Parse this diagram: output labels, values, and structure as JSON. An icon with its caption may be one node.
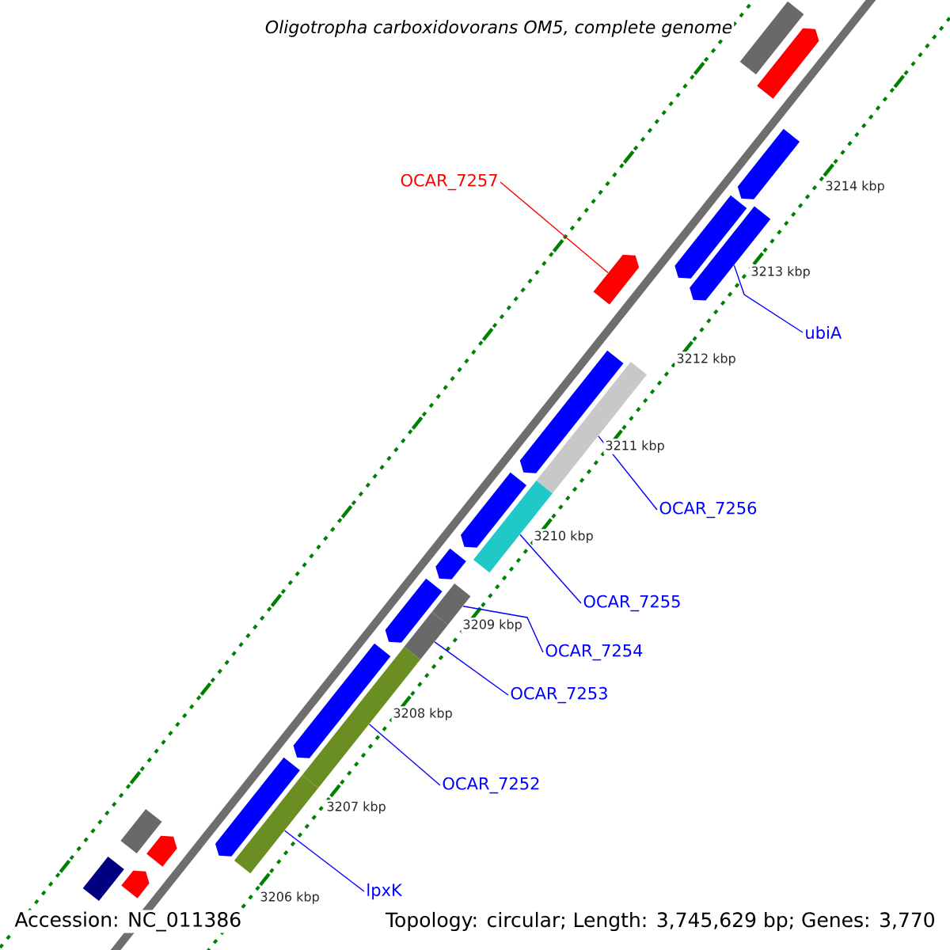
{
  "diagram": {
    "title": "*Oligotropha carboxidovorans* OM5, complete genome",
    "nodes": [
      {
        "text": [
          "OCAR_7257"
        ]
      },
      {
        "text": [
          "ubiA"
        ]
      },
      {
        "text": [
          "OCAR_7256"
        ]
      },
      {
        "text": [
          "OCAR_7255"
        ]
      },
      {
        "text": [
          "OCAR_7254"
        ]
      },
      {
        "text": [
          "OCAR_7253"
        ]
      },
      {
        "text": [
          "OCAR_7252"
        ]
      },
      {
        "text": [
          "lpxK"
        ]
      },
      {
        "text": [],
        "shape": "arrow"
      },
      {
        "text": [],
        "shape": "arrow"
      },
      {
        "text": [],
        "shape": "bar"
      },
      {
        "text": [],
        "shape": "bar"
      },
      {
        "text": [],
        "shape": "bar"
      },
      {
        "text": [],
        "shape": "bar"
      },
      {
        "text": [],
        "shape": "bar"
      },
      {
        "text": [],
        "shape": "bar"
      },
      {
        "text": [],
        "shape": "arrow"
      },
      {
        "text": [],
        "shape": "arrow"
      },
      {
        "text": [],
        "shape": "arrow"
      },
      {
        "text": [],
        "shape": "arrow"
      },
      {
        "text": [],
        "shape": "arrow"
      },
      {
        "text": [],
        "shape": "arrow"
      },
      {
        "text": [],
        "shape": "arrow"
      },
      {
        "text": [],
        "shape": "arrow"
      },
      {
        "text": [],
        "shape": "arrow"
      },
      {
        "text": [],
        "shape": "arrow"
      },
      {
        "text": [],
        "shape": "arrow"
      },
      {
        "text": [],
        "shape": "bar"
      },
      {
        "text": [],
        "shape": "bar"
      },
      {
        "text": [],
        "shape": "bar"
      }
    ],
    "edges": [
      {
        "from": 0,
        "to": 8,
        "arrow": "none",
        "color": "#ff0000"
      },
      {
        "from": 1,
        "to": 9,
        "arrow": "none"
      },
      {
        "from": 2,
        "to": 10,
        "arrow": "none"
      },
      {
        "from": 3,
        "to": 11,
        "arrow": "none"
      },
      {
        "from": 4,
        "to": 12,
        "arrow": "none"
      },
      {
        "from": 5,
        "to": 13,
        "arrow": "none"
      },
      {
        "from": 6,
        "to": 14,
        "arrow": "none"
      },
      {
        "from": 7,
        "to": 15,
        "arrow": "none"
      }
    ],
    "labels": [
      "3214 kbp",
      "3213 kbp",
      "3212 kbp",
      "3211 kbp",
      "3210 kbp",
      "3209 kbp",
      "3208 kbp",
      "3207 kbp",
      "3206 kbp",
      "Accession: NC_011386",
      "Topology: circular; Length: 3,745,629 bp; Genes: 3,770"
    ]
  }
}
